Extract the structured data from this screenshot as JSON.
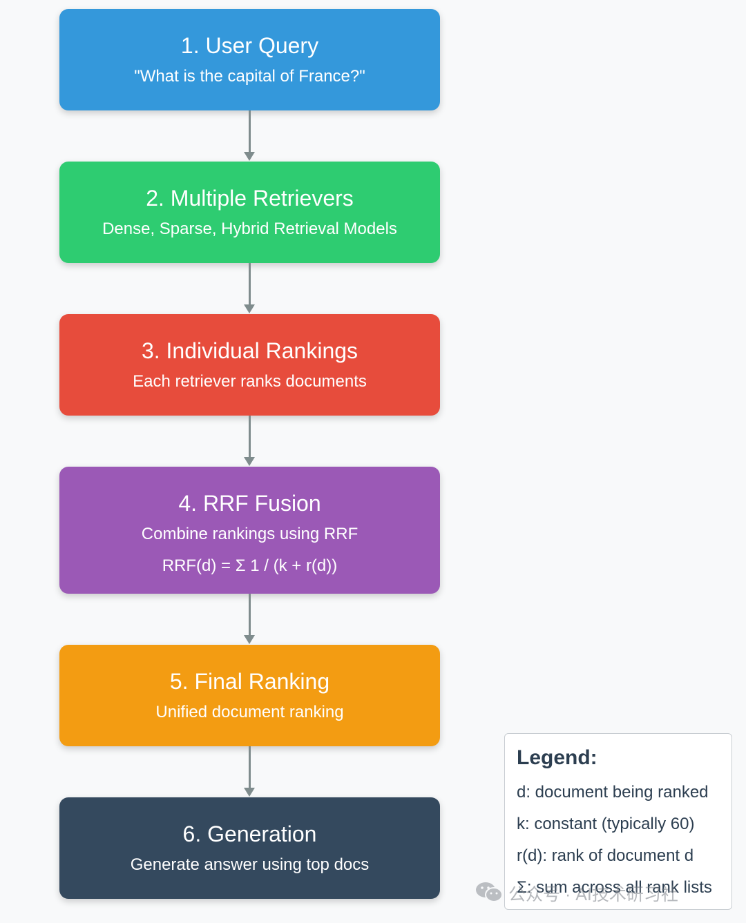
{
  "steps": [
    {
      "title": "1. User Query",
      "lines": [
        "\"What is the capital of France?\""
      ],
      "color": "#3498db"
    },
    {
      "title": "2. Multiple Retrievers",
      "lines": [
        "Dense, Sparse, Hybrid Retrieval Models"
      ],
      "color": "#2ecc71"
    },
    {
      "title": "3. Individual Rankings",
      "lines": [
        "Each retriever ranks documents"
      ],
      "color": "#e74c3c"
    },
    {
      "title": "4. RRF Fusion",
      "lines": [
        "Combine rankings using RRF",
        "RRF(d) = Σ 1 / (k + r(d))"
      ],
      "color": "#9b59b6"
    },
    {
      "title": "5. Final Ranking",
      "lines": [
        "Unified document ranking"
      ],
      "color": "#f39c12"
    },
    {
      "title": "6. Generation",
      "lines": [
        "Generate answer using top docs"
      ],
      "color": "#34495e"
    }
  ],
  "legend": {
    "title": "Legend:",
    "items": [
      "d: document being ranked",
      "k: constant (typically 60)",
      "r(d): rank of document d",
      "Σ: sum across all rank lists"
    ]
  },
  "watermark": {
    "text": "公众号 · AI技术研习社",
    "icon": "wechat-icon"
  },
  "colors": {
    "connector": "#7f8c8d",
    "legend_text": "#2c3e50"
  }
}
